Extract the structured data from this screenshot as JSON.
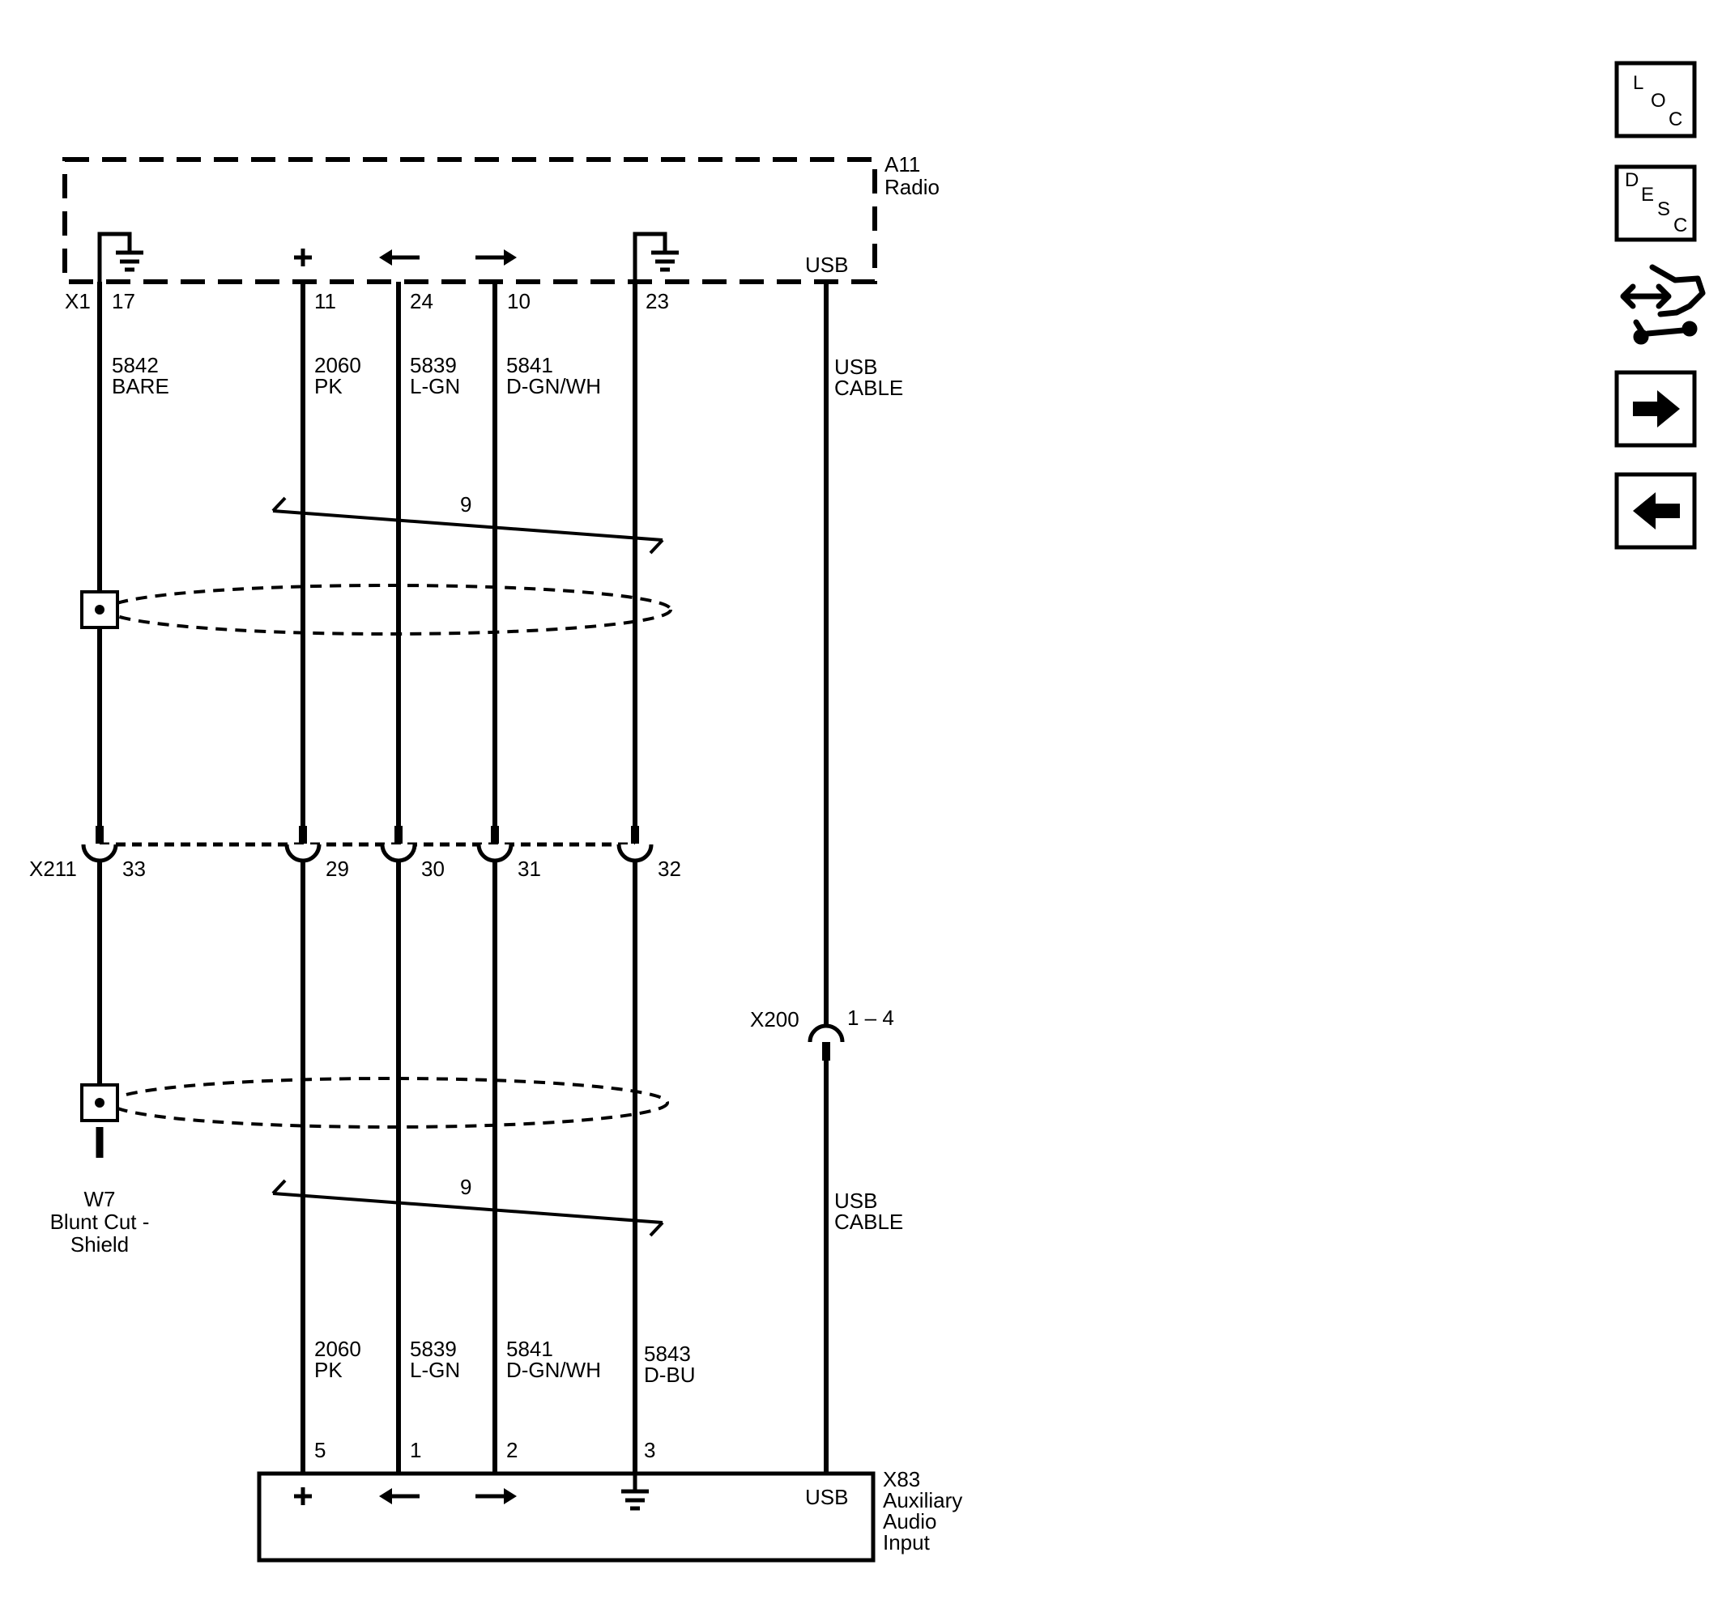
{
  "radio": {
    "id": "A11",
    "name": "Radio",
    "connector": "X1",
    "usb_label": "USB"
  },
  "radio_pins": {
    "p17": "17",
    "p11": "11",
    "p24": "24",
    "p10": "10",
    "p23": "23"
  },
  "wires_top": {
    "w1": {
      "circuit": "5842",
      "color": "BARE"
    },
    "w2": {
      "circuit": "2060",
      "color": "PK"
    },
    "w3": {
      "circuit": "5839",
      "color": "L-GN"
    },
    "w4": {
      "circuit": "5841",
      "color": "D-GN/WH"
    },
    "usb": {
      "line1": "USB",
      "line2": "CABLE"
    }
  },
  "twist_top": {
    "count": "9"
  },
  "inline_x211": {
    "id": "X211",
    "pins": {
      "p33": "33",
      "p29": "29",
      "p30": "30",
      "p31": "31",
      "p32": "32"
    }
  },
  "inline_x200": {
    "id": "X200",
    "pins": "1 – 4"
  },
  "twist_bottom": {
    "count": "9"
  },
  "shield": {
    "id": "W7",
    "line1": "Blunt Cut -",
    "line2": "Shield"
  },
  "wires_bottom": {
    "w2": {
      "circuit": "2060",
      "color": "PK"
    },
    "w3": {
      "circuit": "5839",
      "color": "L-GN"
    },
    "w4": {
      "circuit": "5841",
      "color": "D-GN/WH"
    },
    "w5": {
      "circuit": "5843",
      "color": "D-BU"
    },
    "usb": {
      "line1": "USB",
      "line2": "CABLE"
    }
  },
  "aux": {
    "id": "X83",
    "name_line1": "Auxiliary",
    "name_line2": "Audio",
    "name_line3": "Input",
    "usb_label": "USB",
    "pins": {
      "p5": "5",
      "p1": "1",
      "p2": "2",
      "p3": "3"
    }
  },
  "side_buttons": {
    "loc": {
      "l1": "L",
      "l2": "O",
      "l3": "C"
    },
    "desc": {
      "l1": "D",
      "l2": "E",
      "l3": "S",
      "l4": "C"
    },
    "icons": [
      "connector-icon",
      "next-arrow-icon",
      "previous-arrow-icon"
    ]
  }
}
